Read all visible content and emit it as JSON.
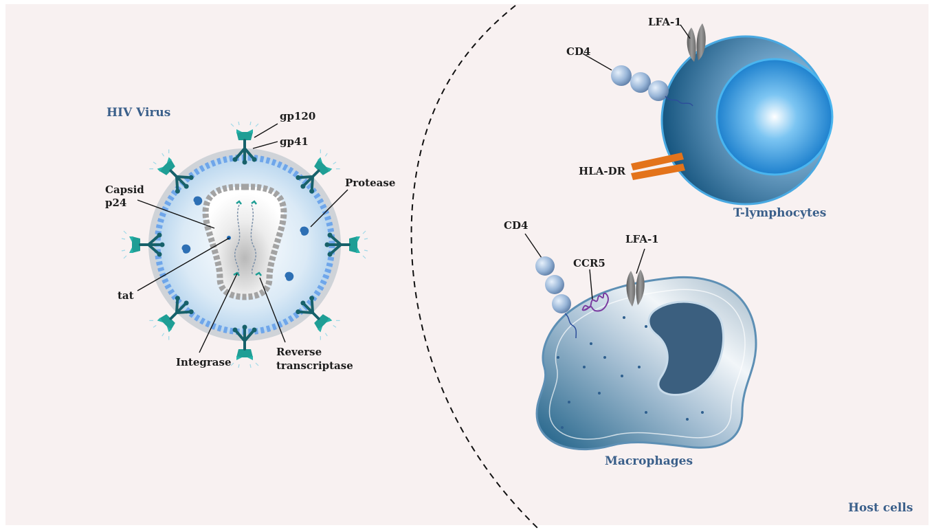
{
  "titles": {
    "hiv": "HIV Virus",
    "tcell": "T-lymphocytes",
    "macro": "Macrophages",
    "host": "Host cells"
  },
  "virus_labels": {
    "gp120": "gp120",
    "gp41": "gp41",
    "capsid_line1": "Capsid",
    "capsid_line2": "p24",
    "protease": "Protease",
    "tat": "tat",
    "integrase": "Integrase",
    "rt_line1": "Reverse",
    "rt_line2": "transcriptase"
  },
  "tcell_labels": {
    "lfa1": "LFA-1",
    "cd4": "CD4",
    "hladr": "HLA-DR"
  },
  "macro_labels": {
    "cd4": "CD4",
    "ccr5": "CCR5",
    "lfa1": "LFA-1"
  },
  "colors": {
    "background": "#f8f1f1",
    "title": "#3a5f8a",
    "spike": "#1f9e95",
    "spike_dark": "#17616a",
    "membrane": "#6fa6ea",
    "hla": "#e3731b",
    "ccr5": "#7a3ba0",
    "lfa": "#7a7a7a"
  }
}
